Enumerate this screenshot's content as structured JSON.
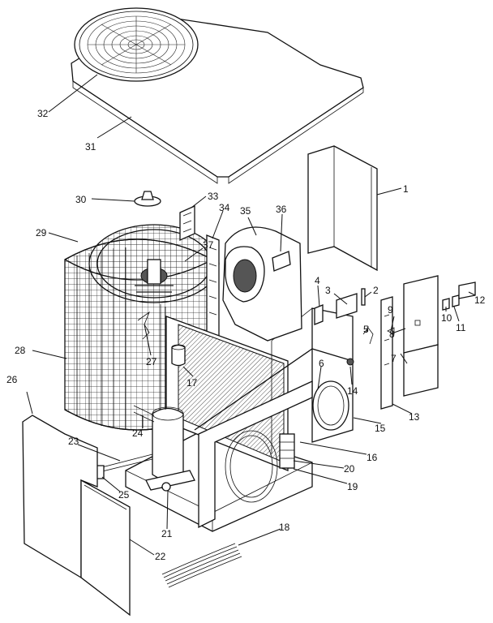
{
  "callouts": [
    {
      "n": "1"
    },
    {
      "n": "2"
    },
    {
      "n": "3"
    },
    {
      "n": "4"
    },
    {
      "n": "5"
    },
    {
      "n": "6"
    },
    {
      "n": "7"
    },
    {
      "n": "8"
    },
    {
      "n": "9"
    },
    {
      "n": "10"
    },
    {
      "n": "11"
    },
    {
      "n": "12"
    },
    {
      "n": "13"
    },
    {
      "n": "14"
    },
    {
      "n": "15"
    },
    {
      "n": "16"
    },
    {
      "n": "17"
    },
    {
      "n": "18"
    },
    {
      "n": "19"
    },
    {
      "n": "20"
    },
    {
      "n": "21"
    },
    {
      "n": "22"
    },
    {
      "n": "23"
    },
    {
      "n": "24"
    },
    {
      "n": "25"
    },
    {
      "n": "26"
    },
    {
      "n": "27"
    },
    {
      "n": "28"
    },
    {
      "n": "29"
    },
    {
      "n": "30"
    },
    {
      "n": "31"
    },
    {
      "n": "32"
    },
    {
      "n": "33"
    },
    {
      "n": "34"
    },
    {
      "n": "35"
    },
    {
      "n": "36"
    },
    {
      "n": "37"
    }
  ]
}
